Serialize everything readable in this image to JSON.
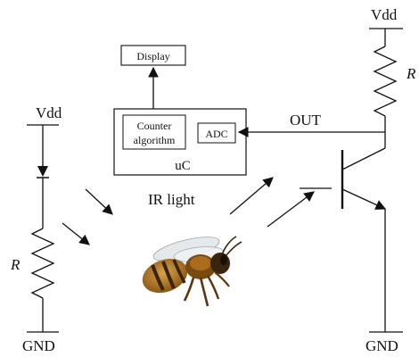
{
  "labels": {
    "vdd_left": "Vdd",
    "vdd_right": "Vdd",
    "gnd_left": "GND",
    "gnd_right": "GND",
    "resistor_left": "R",
    "resistor_right": "R",
    "display": "Display",
    "counter_line1": "Counter",
    "counter_line2": "algorithm",
    "adc": "ADC",
    "uc": "uC",
    "out": "OUT",
    "ir_light": "IR light"
  },
  "colors": {
    "line": "#111111",
    "bee_body": "#b5761e",
    "bee_dark": "#3a2410",
    "bee_wing": "#e3e7ea"
  },
  "illustration": "honeybee-image"
}
